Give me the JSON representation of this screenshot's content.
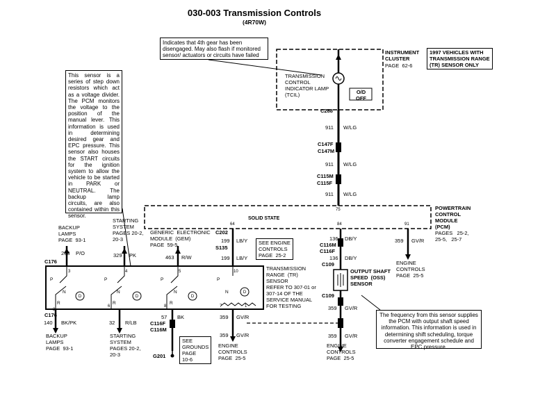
{
  "title": "030-003 Transmission Controls",
  "subtitle": "(4R70W)",
  "notes": {
    "sensor": "This sensor is a series of step down resistors which act as a voltage divider. The PCM monitors the voltage to the position of the manual lever. This information is used in determining desired gear and EPC pressure. This sensor also houses the START circuits for the ignition system to allow the vehicle to be started in PARK or NEUTRAL. The backup lamp circuits, are also contained within this sensor.",
    "indicator": "Indicates that 4th gear has been disengaged. May also flash if monitored sensor/ actuators or circuits have failed",
    "oss": "The frequency from this sensor supplies the PCM with output shaft speed information. This information is used in determining shift scheduling, torque converter engagement schedule and EPC pressure."
  },
  "instrument_cluster": {
    "name": "INSTRUMENT\nCLUSTER",
    "page": "PAGE  62-6"
  },
  "vehicles_note": "1997 VEHICLES WITH\nTRANSMISSION RANGE\n(TR) SENSOR ONLY",
  "tcil_label": "TRANSMISSION\nCONTROL\nINDICATOR LAMP\n(TCIL)",
  "od_off": "O/D\nOFF",
  "connectors": {
    "c288": "C288",
    "c147f": "C147F",
    "c147m": "C147M",
    "c115m": "C115M",
    "c115f": "C115F",
    "c202": "C202",
    "s135": "S135",
    "c116m": "C116M",
    "c116f": "C116F",
    "c109": "C109",
    "c176": "C176",
    "c109b": "C109",
    "c176b": "C176",
    "c116f_b": "C116F",
    "c116m_b": "C116M",
    "g201": "G201"
  },
  "wires": {
    "w911a": "911",
    "lg_a": "W/LG",
    "w911b": "911",
    "lg_b": "W/LG",
    "w911c": "911",
    "lg_c": "W/LG",
    "w199a": "199",
    "lbya": "LB/Y",
    "w199b": "199",
    "lbyb": "LB/Y",
    "w136a": "136",
    "dbya": "DB/Y",
    "w136b": "136",
    "dbyb": "DB/Y",
    "w359a": "359",
    "gvra": "GV/R",
    "w298": "298",
    "po": "P/O",
    "w329": "329",
    "pk": "PK",
    "w463": "463",
    "rw": "R/W",
    "w140": "140",
    "bkpk": "BK/PK",
    "w32": "32",
    "rlb": "R/LB",
    "w57": "57",
    "bk": "BK",
    "w359b": "359",
    "gvrb": "GV/R",
    "w359c": "359",
    "gvrc": "GV/R",
    "w359d": "359",
    "gvrd": "GV/R",
    "w359e": "359",
    "gvre": "GV/R"
  },
  "pcm": {
    "name": "POWERTRAIN\nCONTROL\nMODULE\n(PCM)",
    "pages": "PAGES   25-2,\n25-5,   25-7",
    "solid_state": "SOLID STATE",
    "pin75": "75",
    "pin64": "64",
    "pin84": "84",
    "pin91": "91"
  },
  "labels": {
    "backup_top": "BACKUP\nLAMPS\nPAGE  93-1",
    "starting_top": "STARTING\nSYSTEM\nPAGES 20-2,\n20-3",
    "gem": "GENERIC  ELECTRONIC\nMODULE  (GEM)\nPAGE  59-5",
    "see_engine_a": "SEE ENGINE\nCONTROLS\nPAGE  25-2",
    "engine_right": "ENGINE\nCONTROLS\nPAGE  25-5",
    "tr_sensor": "TRANSMISSION\nRANGE  (TR)\nSENSOR\nREFER TO 307-01 or\n307-14 OF THE\nSERVICE MANUAL\nFOR TESTING",
    "oss_name": "OUTPUT SHAFT\nSPEED  (OSS)\nSENSOR",
    "backup_bot": "BACKUP\nLAMPS\nPAGE  93-1",
    "starting_bot": "STARTING\nSYSTEM\nPAGES 20-2,\n20-3",
    "see_grounds": "SEE\nGROUNDS\nPAGE\n10-6",
    "engine_bot_a": "ENGINE\nCONTROLS\nPAGE  25-5",
    "engine_bot_b": "ENGINE\nCONTROLS\nPAGE  25-5"
  },
  "pins": {
    "p3a": "3",
    "p4": "4",
    "p5": "5",
    "p3b": "3",
    "p6": "6",
    "p8": "8",
    "p10": "10",
    "p7": "7",
    "p1": "1"
  }
}
